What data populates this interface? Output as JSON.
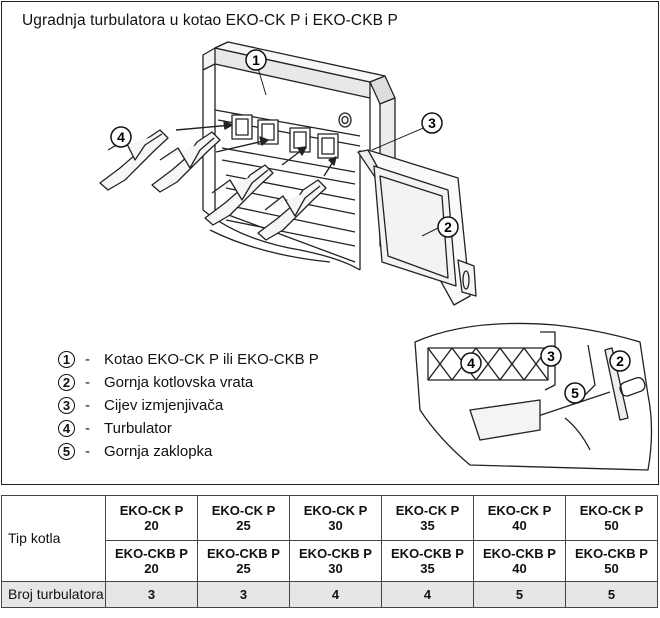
{
  "title": "Ugradnja turbulatora u kotao EKO-CK P i EKO-CKB P",
  "callouts": [
    "1",
    "2",
    "3",
    "4",
    "5"
  ],
  "legend": [
    {
      "num": "1",
      "text": "Kotao EKO-CK P ili EKO-CKB P"
    },
    {
      "num": "2",
      "text": "Gornja kotlovska vrata"
    },
    {
      "num": "3",
      "text": "Cijev izmjenjivača"
    },
    {
      "num": "4",
      "text": "Turbulator"
    },
    {
      "num": "5",
      "text": "Gornja zaklopka"
    }
  ],
  "table": {
    "row_header_type": "Tip kotla",
    "row_header_count": "Broj turbulatora",
    "models_ck": [
      {
        "name": "EKO-CK P",
        "size": "20"
      },
      {
        "name": "EKO-CK P",
        "size": "25"
      },
      {
        "name": "EKO-CK P",
        "size": "30"
      },
      {
        "name": "EKO-CK P",
        "size": "35"
      },
      {
        "name": "EKO-CK P",
        "size": "40"
      },
      {
        "name": "EKO-CK P",
        "size": "50"
      }
    ],
    "models_ckb": [
      {
        "name": "EKO-CKB P",
        "size": "20"
      },
      {
        "name": "EKO-CKB P",
        "size": "25"
      },
      {
        "name": "EKO-CKB P",
        "size": "30"
      },
      {
        "name": "EKO-CKB P",
        "size": "35"
      },
      {
        "name": "EKO-CKB P",
        "size": "40"
      },
      {
        "name": "EKO-CKB P",
        "size": "50"
      }
    ],
    "counts": [
      "3",
      "3",
      "4",
      "4",
      "5",
      "5"
    ]
  }
}
